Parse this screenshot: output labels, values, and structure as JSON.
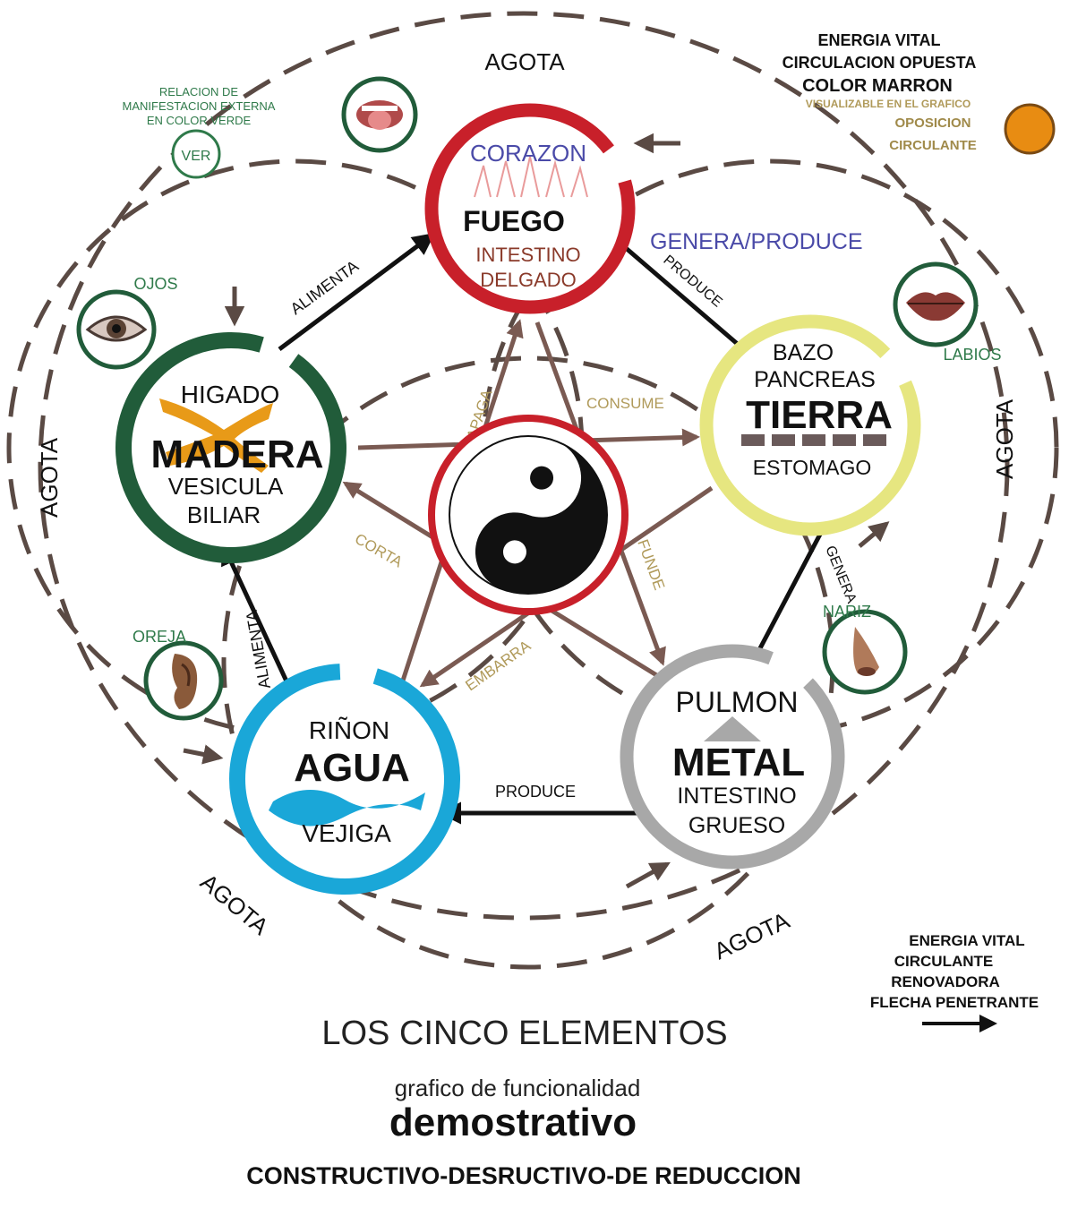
{
  "diagram": {
    "cycle_labels": {
      "agota_top": "AGOTA",
      "agota_left": "AGOTA",
      "agota_right": "AGOTA",
      "agota_bottom_left": "AGOTA",
      "agota_bottom_right": "AGOTA"
    },
    "elements": {
      "fuego": {
        "name": "FUEGO",
        "organ_top": "CORAZON",
        "organ_bottom_1": "INTESTINO",
        "organ_bottom_2": "DELGADO",
        "ring_color": "#c8202a"
      },
      "tierra": {
        "name": "TIERRA",
        "organ_top_1": "BAZO",
        "organ_top_2": "PANCREAS",
        "organ_bottom": "ESTOMAGO",
        "ring_color": "#e6e680"
      },
      "metal": {
        "name": "METAL",
        "organ_top": "PULMON",
        "organ_bottom_1": "INTESTINO",
        "organ_bottom_2": "GRUESO",
        "ring_color": "#a8a8a8"
      },
      "agua": {
        "name": "AGUA",
        "organ_top": "RIÑON",
        "organ_bottom": "VEJIGA",
        "ring_color": "#1aa7d8"
      },
      "madera": {
        "name": "MADERA",
        "organ_top": "HIGADO",
        "organ_bottom_1": "VESICULA",
        "organ_bottom_2": "BILIAR",
        "ring_color": "#215c3a"
      }
    },
    "generating_labels": {
      "madera_fuego": "ALIMENTA",
      "fuego_tierra": "PRODUCE",
      "fuego_tierra_header": "GENERA/PRODUCE",
      "tierra_metal": "GENERA",
      "metal_agua": "PRODUCE",
      "agua_madera": "ALIMENTA"
    },
    "star_labels": {
      "apaga": "APAGA",
      "consume": "CONSUME",
      "corta": "CORTA",
      "funde": "FUNDE",
      "embarra": "EMBARRA"
    },
    "senses": {
      "ojos": "OJOS",
      "labios": "LABIOS",
      "nariz": "NARIZ",
      "oreja": "OREJA"
    },
    "legend_green": {
      "line1": "RELACION DE",
      "line2": "MANIFESTACION EXTERNA",
      "line3": "EN COLOR VERDE",
      "badge": "VER"
    },
    "legend_brown": {
      "line1": "ENERGIA VITAL",
      "line2": "CIRCULACION OPUESTA",
      "line3": "COLOR MARRON",
      "line4": "VISUALIZABLE EN EL GRAFICO",
      "line5": "OPOSICION",
      "line6": "CIRCULANTE",
      "dot_color": "#e88c12"
    },
    "legend_arrow": {
      "line1": "ENERGIA VITAL",
      "line2": "CIRCULANTE",
      "line3": "RENOVADORA",
      "line4": "FLECHA PENETRANTE"
    }
  },
  "footer": {
    "title": "LOS CINCO ELEMENTOS",
    "subtitle": "grafico de funcionalidad",
    "emphasis": "demostrativo",
    "caption": "CONSTRUCTIVO-DESRUCTIVO-DE REDUCCION"
  },
  "colors": {
    "dashed_cycle": "#5a4a44",
    "star_lines": "#7a5a52",
    "sense_green": "#2f7a4a",
    "star_text": "#b09a5a"
  }
}
